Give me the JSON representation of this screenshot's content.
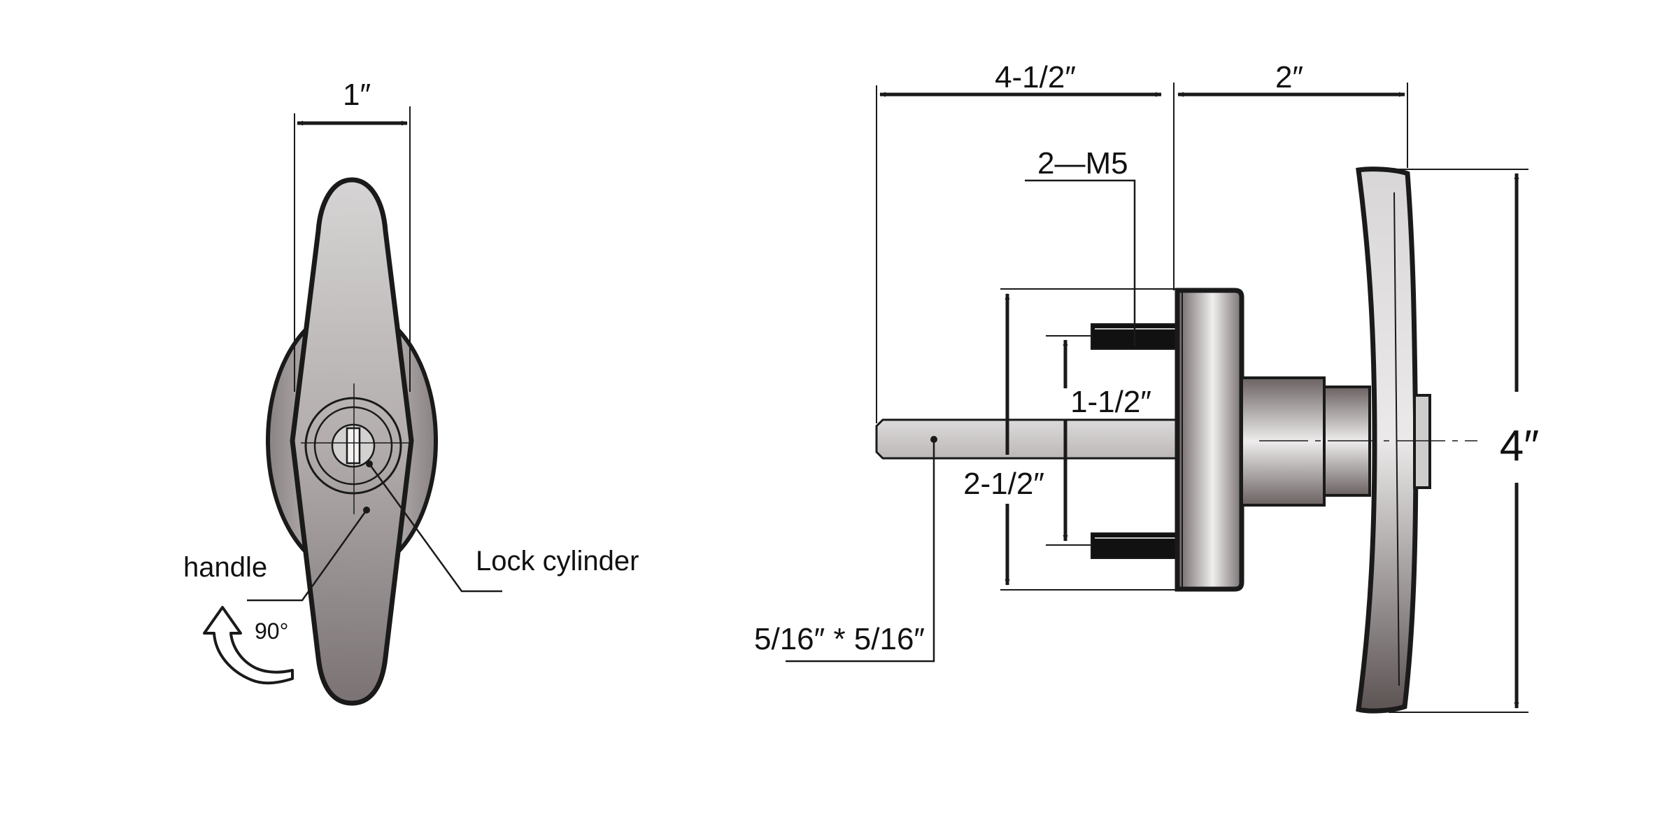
{
  "front_view": {
    "width_dimension": "1″",
    "handle_label": "handle",
    "lock_cylinder_label": "Lock cylinder",
    "rotation_label": "90°"
  },
  "side_view": {
    "length_dimension": "4-1/2″",
    "depth_dimension": "2″",
    "screw_label": "2—M5",
    "height_dimension": "4″",
    "hole_spacing_dimension": "1-1/2″",
    "flange_dimension": "2-1/2″",
    "shaft_dimension": "5/16″ * 5/16″"
  },
  "colors": {
    "outline": "#1a1a1a",
    "metal_light": "#e9e7e7",
    "metal_dark": "#5e5454",
    "background": "#ffffff"
  }
}
